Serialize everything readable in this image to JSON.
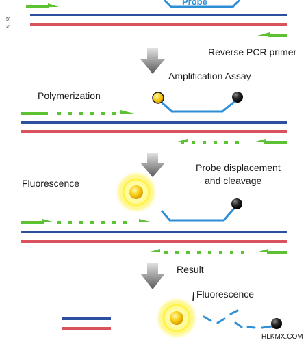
{
  "labels": {
    "probe": "Probe",
    "five_prime": "5'",
    "three_prime": "3'",
    "reverse_primer": "Reverse PCR primer",
    "amplification": "Amplification Assay",
    "polymerization": "Polymerization",
    "fluorescence_1": "Fluorescence",
    "probe_displacement_1": "Probe displacement",
    "probe_displacement_2": "and cleavage",
    "result": "Result",
    "fluorescence_2": "Fluorescence",
    "watermark": "HLKMX.COM"
  },
  "colors": {
    "strand_top": "#2c4f9e",
    "strand_bottom": "#d9525e",
    "primer": "#5cc133",
    "probe": "#2d8fd6",
    "reporter": "#f2c200",
    "quencher": "#1a1a1a",
    "glow": "#fff24a",
    "arrow_dark": "#5a5a5a",
    "arrow_light": "#e3e3e3"
  },
  "icons": {
    "step_arrow": "down-arrow-icon",
    "reporter": "reporter-dye-icon",
    "quencher": "quencher-icon",
    "glow": "fluorescence-glow-icon"
  }
}
